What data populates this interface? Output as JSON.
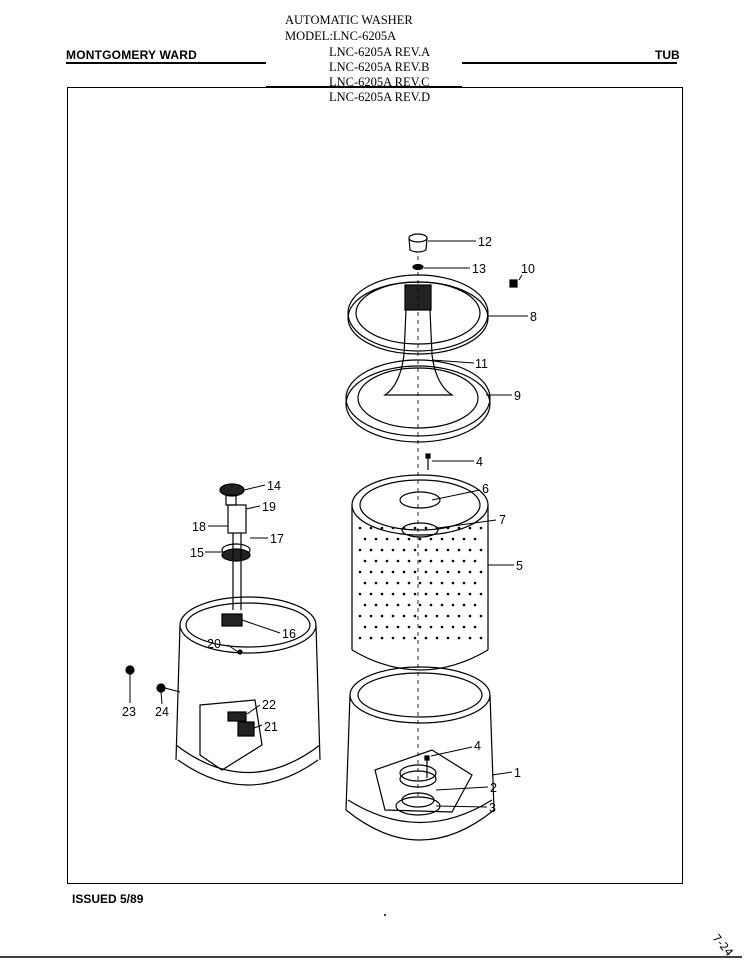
{
  "header": {
    "brand": "MONTGOMERY WARD",
    "section": "TUB",
    "product": "AUTOMATIC WASHER",
    "model_lines": [
      "MODEL:LNC-6205A",
      "LNC-6205A REV.A",
      "LNC-6205A REV.B",
      "LNC-6205A REV.C",
      "LNC-6205A REV.D"
    ]
  },
  "footer": {
    "issued": "ISSUED 5/89",
    "corner_mark": "7-24"
  },
  "callouts": [
    {
      "num": "1"
    },
    {
      "num": "2"
    },
    {
      "num": "3"
    },
    {
      "num": "4"
    },
    {
      "num": "4"
    },
    {
      "num": "5"
    },
    {
      "num": "6"
    },
    {
      "num": "7"
    },
    {
      "num": "8"
    },
    {
      "num": "9"
    },
    {
      "num": "10"
    },
    {
      "num": "11"
    },
    {
      "num": "12"
    },
    {
      "num": "13"
    },
    {
      "num": "14"
    },
    {
      "num": "15"
    },
    {
      "num": "16"
    },
    {
      "num": "17"
    },
    {
      "num": "18"
    },
    {
      "num": "19"
    },
    {
      "num": "20"
    },
    {
      "num": "21"
    },
    {
      "num": "22"
    },
    {
      "num": "23"
    },
    {
      "num": "24"
    }
  ]
}
